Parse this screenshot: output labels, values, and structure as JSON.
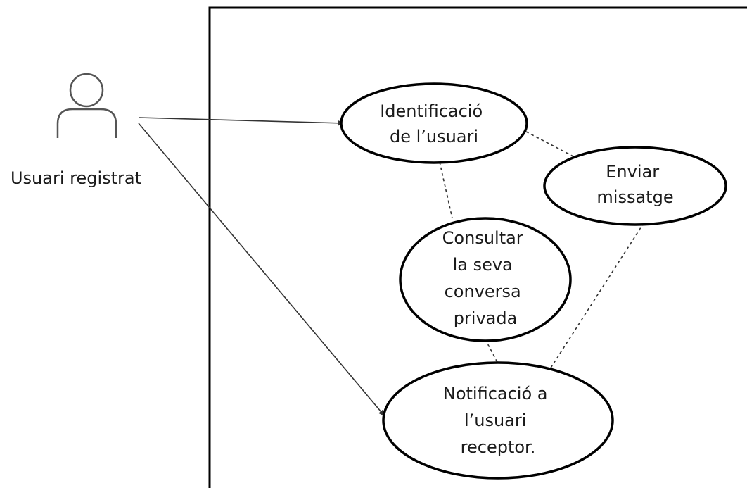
{
  "actor": {
    "name": "Usuari registrat",
    "icon": "person-icon"
  },
  "use_cases": {
    "identificacio": {
      "lines": [
        "Identificació",
        "de l’usuari"
      ]
    },
    "enviar": {
      "lines": [
        "Enviar",
        "missatge"
      ]
    },
    "consultar": {
      "lines": [
        "Consultar",
        "la seva",
        "conversa",
        "privada"
      ]
    },
    "notificacio": {
      "lines": [
        "Notificació a",
        "l’usuari",
        "receptor."
      ]
    }
  },
  "colors": {
    "line": "#333333",
    "ellipse_stroke": "#000000",
    "text": "#1a1a1a",
    "background": "#ffffff"
  }
}
